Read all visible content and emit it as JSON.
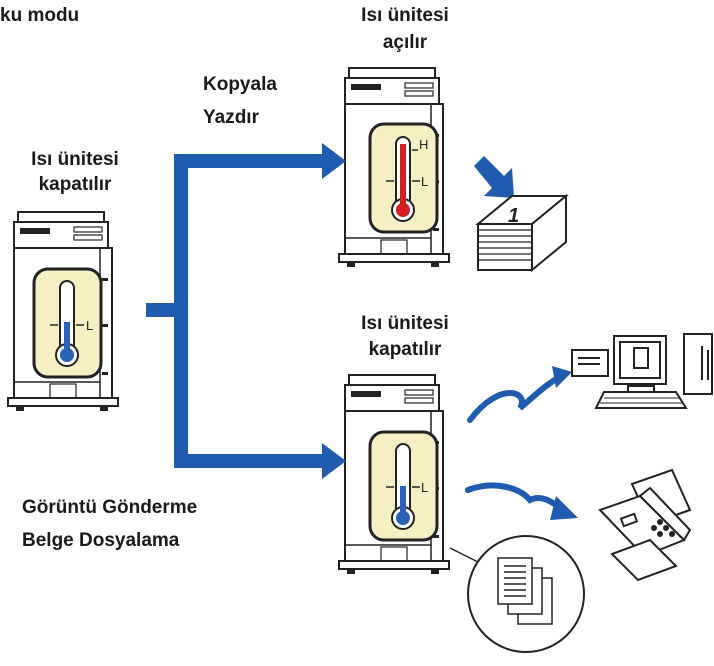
{
  "title_partial": "ku modu",
  "left_machine": {
    "label_line1": "Isı ünitesi",
    "label_line2": "kapatılır",
    "gauge_mark": "L"
  },
  "top_machine": {
    "label_line1": "Isı ünitesi",
    "label_line2": "açılır",
    "gauge_high": "H",
    "gauge_low": "L"
  },
  "bottom_machine": {
    "label_line1": "Isı ünitesi",
    "label_line2": "kapatılır",
    "gauge_mark": "L"
  },
  "top_functions": [
    "Kopyala",
    "Yazdır"
  ],
  "bottom_functions": [
    "Görüntü Gönderme",
    "Belge Dosyalama"
  ],
  "printed_page_number": "1",
  "colors": {
    "arrow": "#1f5cb0",
    "mercury_hot": "#d21f1f",
    "mercury_cool": "#2b62b8",
    "gauge_bg": "#f4f0c2"
  }
}
